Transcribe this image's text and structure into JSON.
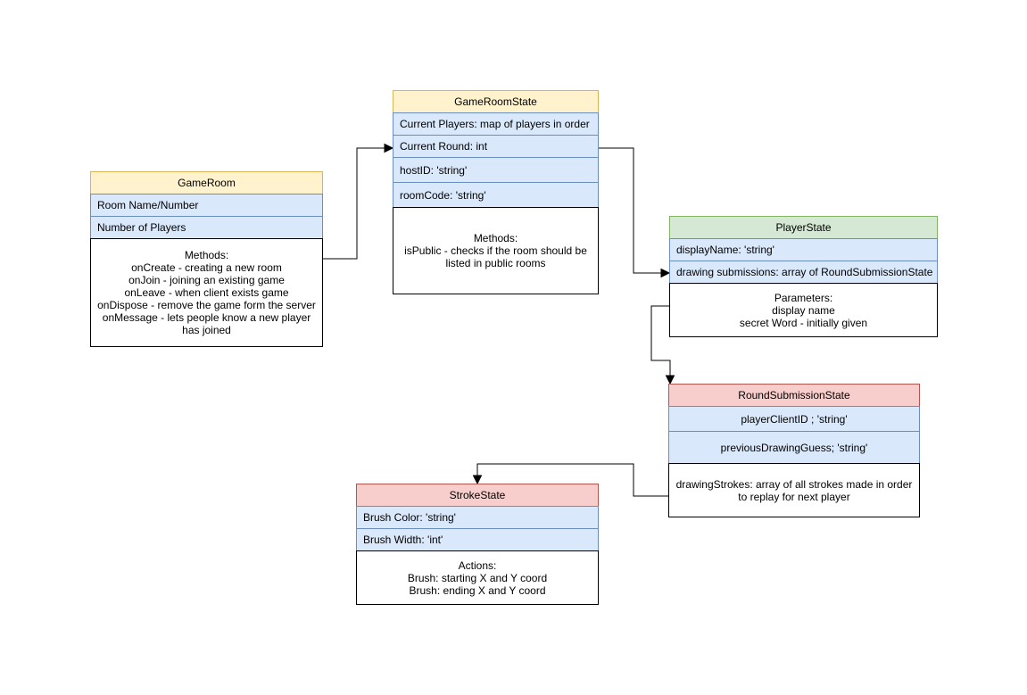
{
  "palette": {
    "background": "#FFFFFF",
    "text": "#000000",
    "connector": "#000000",
    "yellow_fill": "#FFF2CC",
    "yellow_stroke": "#D6B656",
    "blue_fill": "#DAE8FC",
    "blue_stroke": "#6C8EBF",
    "green_fill": "#D5E8D4",
    "green_stroke": "#82B366",
    "red_fill": "#F8CECC",
    "red_stroke": "#B85450",
    "body_fill": "#FFFFFF",
    "body_stroke": "#000000"
  },
  "nodes": {
    "game_room": {
      "title": "GameRoom",
      "fields": [
        "Room Name/Number",
        "Number of Players"
      ],
      "body_lines": [
        "Methods:",
        "onCreate - creating a new room",
        "onJoin - joining an existing game",
        "onLeave - when client exists game",
        "onDispose - remove the game form the server",
        "onMessage - lets people know a new player has joined"
      ]
    },
    "game_room_state": {
      "title": "GameRoomState",
      "fields": [
        "Current Players: map of players in order",
        "Current Round: int",
        "hostID: 'string'",
        "roomCode: 'string'"
      ],
      "body_lines": [
        "Methods:",
        "isPublic - checks if the room should be listed in public rooms"
      ]
    },
    "player_state": {
      "title": "PlayerState",
      "fields": [
        "displayName: 'string'",
        "drawing submissions: array of RoundSubmissionState"
      ],
      "body_lines": [
        "Parameters:",
        "display name",
        "secret Word - initially given"
      ]
    },
    "round_submission_state": {
      "title": "RoundSubmissionState",
      "fields": [
        "playerClientID ; 'string'",
        "previousDrawingGuess; 'string'"
      ],
      "body_lines": [
        "drawingStrokes: array of all strokes made in order to replay for next player"
      ]
    },
    "stroke_state": {
      "title": "StrokeState",
      "fields": [
        "Brush Color: 'string'",
        "Brush Width: 'int'"
      ],
      "body_lines": [
        "Actions:",
        "Brush: starting X and Y coord",
        "Brush: ending X and Y coord"
      ]
    }
  },
  "connections": [
    {
      "from": "GameRoom",
      "to": "GameRoomState",
      "target_row": "Current Round: int"
    },
    {
      "from": "GameRoomState",
      "to": "PlayerState",
      "target_row": "drawing submissions: array of RoundSubmissionState"
    },
    {
      "from": "PlayerState",
      "to": "RoundSubmissionState",
      "target_row": "top"
    },
    {
      "from": "RoundSubmissionState",
      "to": "StrokeState",
      "target_row": "top"
    }
  ]
}
